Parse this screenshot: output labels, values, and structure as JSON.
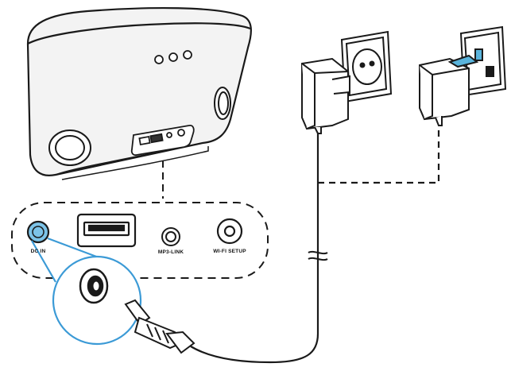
{
  "diagram": {
    "ports": {
      "dc_in": "DC IN",
      "mp3_link": "MP3-LINK",
      "wifi_setup": "WI-FI SETUP"
    },
    "colors": {
      "line": "#1a1a1a",
      "speaker_fill": "#f3f3f3",
      "highlight_blue": "#3b9ad6",
      "dc_port_fill": "#7cc3e8",
      "uk_socket_accent": "#5ab4dc"
    }
  }
}
